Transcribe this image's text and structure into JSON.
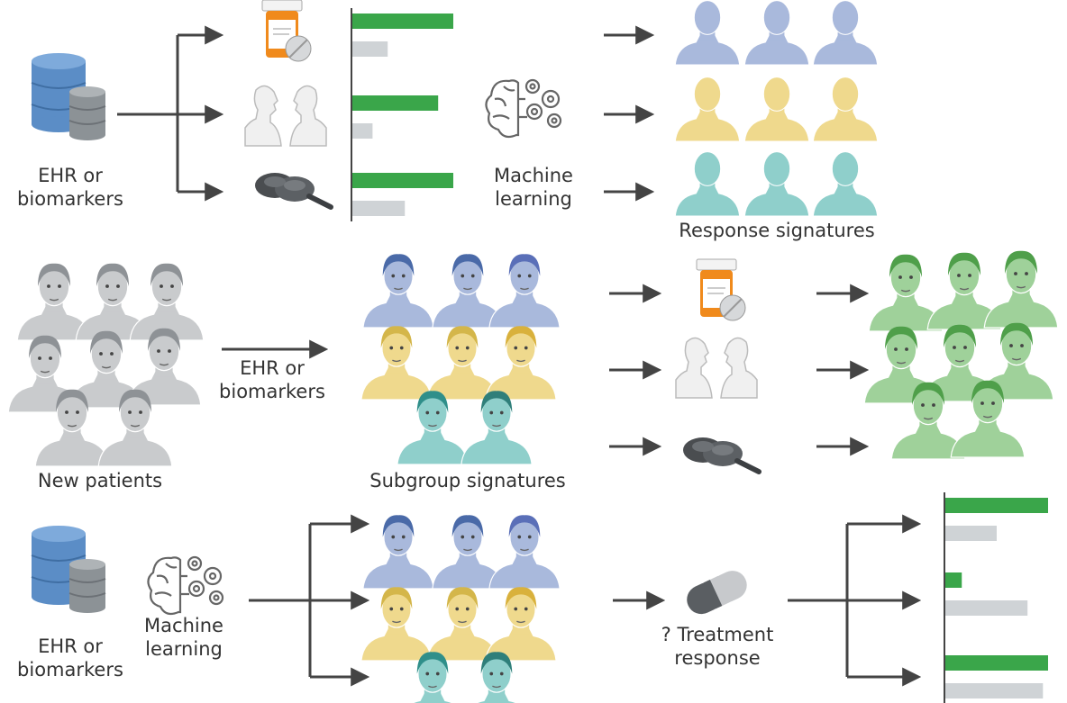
{
  "labels": {
    "ehr_top": "EHR or",
    "biomarkers_top": "biomarkers",
    "ml_top_1": "Machine",
    "ml_top_2": "learning",
    "response_signatures": "Response signatures",
    "ehr_mid_1": "EHR or",
    "ehr_mid_2": "biomarkers",
    "new_patients": "New patients",
    "subgroup_signatures": "Subgroup signatures",
    "ml_bot_1": "Machine",
    "ml_bot_2": "learning",
    "ehr_bot_1": "EHR or",
    "ehr_bot_2": "biomarkers",
    "treatment_1": "? Treatment",
    "treatment_2": "response"
  },
  "colors": {
    "green": "#3aa64a",
    "grey_bar": "#cfd3d6",
    "blue_group": "#a9b9dc",
    "yellow_group": "#efd98d",
    "teal_group": "#8fcfcb",
    "patient_grey": "#c9cbcd",
    "result_green": "#9fd19a",
    "database_blue": "#5b8dc6",
    "database_grey": "#8c9296",
    "arrow": "#444444"
  },
  "icons": [
    "database-icon",
    "pill-bottle-icon",
    "counseling-heads-icon",
    "tms-device-icon",
    "brain-gears-icon",
    "capsule-icon"
  ],
  "top_bars": [
    {
      "treatment": "pill-bottle-icon",
      "green": 1.0,
      "grey": 0.35
    },
    {
      "treatment": "counseling-heads-icon",
      "green": 0.85,
      "grey": 0.2
    },
    {
      "treatment": "tms-device-icon",
      "green": 1.0,
      "grey": 0.52
    }
  ],
  "bottom_bars": [
    {
      "green": 1.0,
      "grey": 0.5
    },
    {
      "green": 0.16,
      "grey": 0.8
    },
    {
      "green": 1.0,
      "grey": 0.95
    }
  ]
}
